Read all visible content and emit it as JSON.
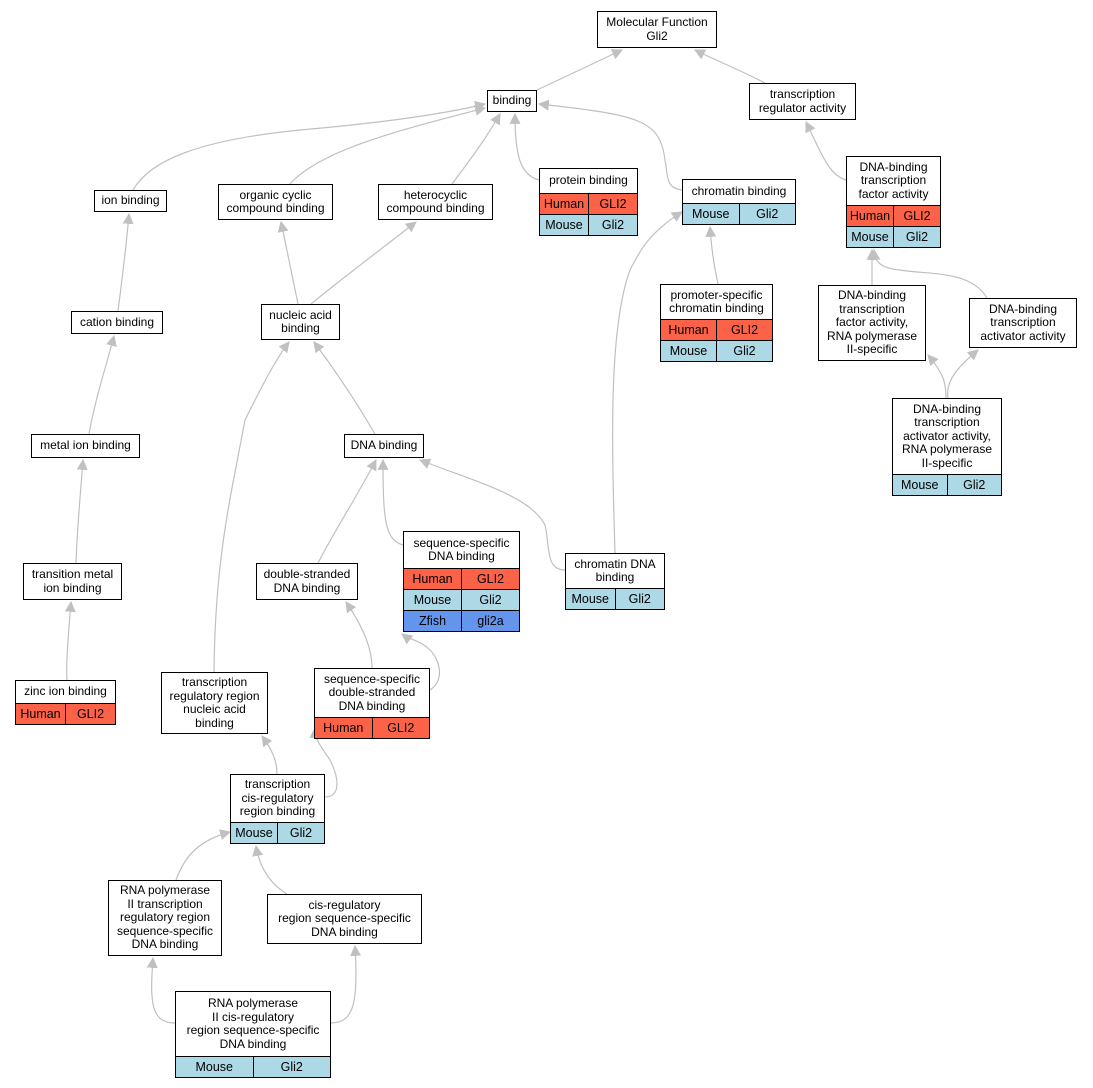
{
  "colors": {
    "Human": "#fb6247",
    "Mouse": "#add8e6",
    "Zfish": "#6495ec",
    "edge": "#c0c0c0"
  },
  "nodes": [
    {
      "id": "mf",
      "label": "Molecular Function\nGli2",
      "rows": []
    },
    {
      "id": "binding",
      "label": "binding",
      "rows": []
    },
    {
      "id": "tra",
      "label": "transcription\nregulator activity",
      "rows": []
    },
    {
      "id": "ion",
      "label": "ion binding",
      "rows": []
    },
    {
      "id": "occ",
      "label": "organic cyclic\ncompound binding",
      "rows": []
    },
    {
      "id": "het",
      "label": "heterocyclic\ncompound binding",
      "rows": []
    },
    {
      "id": "prot",
      "label": "protein binding",
      "rows": [
        {
          "org": "Human",
          "gene": "GLI2"
        },
        {
          "org": "Mouse",
          "gene": "Gli2"
        }
      ]
    },
    {
      "id": "chrom",
      "label": "chromatin binding",
      "rows": [
        {
          "org": "Mouse",
          "gene": "Gli2"
        }
      ]
    },
    {
      "id": "dbtfa",
      "label": "DNA-binding\ntranscription\nfactor activity",
      "rows": [
        {
          "org": "Human",
          "gene": "GLI2"
        },
        {
          "org": "Mouse",
          "gene": "Gli2"
        }
      ]
    },
    {
      "id": "cation",
      "label": "cation binding",
      "rows": []
    },
    {
      "id": "nab",
      "label": "nucleic acid\nbinding",
      "rows": []
    },
    {
      "id": "promchrom",
      "label": "promoter-specific\nchromatin binding",
      "rows": [
        {
          "org": "Human",
          "gene": "GLI2"
        },
        {
          "org": "Mouse",
          "gene": "Gli2"
        }
      ]
    },
    {
      "id": "dbtfa2",
      "label": "DNA-binding\ntranscription\nfactor activity,\nRNA polymerase\nII-specific",
      "rows": []
    },
    {
      "id": "dbtaa",
      "label": "DNA-binding\ntranscription\nactivator activity",
      "rows": []
    },
    {
      "id": "metal",
      "label": "metal ion binding",
      "rows": []
    },
    {
      "id": "dna",
      "label": "DNA binding",
      "rows": []
    },
    {
      "id": "dbtaa2",
      "label": "DNA-binding\ntranscription\nactivator activity,\nRNA polymerase\nII-specific",
      "rows": [
        {
          "org": "Mouse",
          "gene": "Gli2"
        }
      ]
    },
    {
      "id": "ssdna",
      "label": "sequence-specific\nDNA binding",
      "rows": [
        {
          "org": "Human",
          "gene": "GLI2"
        },
        {
          "org": "Mouse",
          "gene": "Gli2"
        },
        {
          "org": "Zfish",
          "gene": "gli2a"
        }
      ]
    },
    {
      "id": "tmetal",
      "label": "transition metal\nion binding",
      "rows": []
    },
    {
      "id": "dsdna",
      "label": "double-stranded\nDNA binding",
      "rows": []
    },
    {
      "id": "chromdna",
      "label": "chromatin DNA\nbinding",
      "rows": [
        {
          "org": "Mouse",
          "gene": "Gli2"
        }
      ]
    },
    {
      "id": "zinc",
      "label": "zinc ion binding",
      "rows": [
        {
          "org": "Human",
          "gene": "GLI2"
        }
      ]
    },
    {
      "id": "trrnab",
      "label": "transcription\nregulatory region\nnucleic acid\nbinding",
      "rows": []
    },
    {
      "id": "ssdsdna",
      "label": "sequence-specific\ndouble-stranded\nDNA binding",
      "rows": [
        {
          "org": "Human",
          "gene": "GLI2"
        }
      ]
    },
    {
      "id": "tcrrb",
      "label": "transcription\ncis-regulatory\nregion binding",
      "rows": [
        {
          "org": "Mouse",
          "gene": "Gli2"
        }
      ]
    },
    {
      "id": "rnap2tr",
      "label": "RNA polymerase\nII transcription\nregulatory region\nsequence-specific\nDNA binding",
      "rows": []
    },
    {
      "id": "crrss",
      "label": "cis-regulatory\nregion sequence-specific\nDNA binding",
      "rows": []
    },
    {
      "id": "rnap2cr",
      "label": "RNA polymerase\nII cis-regulatory\nregion sequence-specific\nDNA binding",
      "rows": [
        {
          "org": "Mouse",
          "gene": "Gli2"
        }
      ]
    }
  ],
  "edges": [
    {
      "from": "binding",
      "to": "mf"
    },
    {
      "from": "tra",
      "to": "mf"
    },
    {
      "from": "ion",
      "to": "binding"
    },
    {
      "from": "occ",
      "to": "binding"
    },
    {
      "from": "het",
      "to": "binding"
    },
    {
      "from": "prot",
      "to": "binding"
    },
    {
      "from": "chrom",
      "to": "binding"
    },
    {
      "from": "dbtfa",
      "to": "tra"
    },
    {
      "from": "cation",
      "to": "ion"
    },
    {
      "from": "nab",
      "to": "occ"
    },
    {
      "from": "nab",
      "to": "het"
    },
    {
      "from": "promchrom",
      "to": "chrom"
    },
    {
      "from": "chromdna",
      "to": "chrom"
    },
    {
      "from": "dbtfa2",
      "to": "dbtfa"
    },
    {
      "from": "dbtaa",
      "to": "dbtfa"
    },
    {
      "from": "metal",
      "to": "cation"
    },
    {
      "from": "dna",
      "to": "nab"
    },
    {
      "from": "trrnab",
      "to": "nab"
    },
    {
      "from": "dbtaa2",
      "to": "dbtfa2"
    },
    {
      "from": "dbtaa2",
      "to": "dbtaa"
    },
    {
      "from": "tmetal",
      "to": "metal"
    },
    {
      "from": "dsdna",
      "to": "dna"
    },
    {
      "from": "ssdna",
      "to": "dna"
    },
    {
      "from": "chromdna",
      "to": "dna"
    },
    {
      "from": "zinc",
      "to": "tmetal"
    },
    {
      "from": "ssdsdna",
      "to": "dsdna"
    },
    {
      "from": "ssdsdna",
      "to": "ssdna"
    },
    {
      "from": "tcrrb",
      "to": "trrnab"
    },
    {
      "from": "tcrrb",
      "to": "ssdsdna"
    },
    {
      "from": "rnap2tr",
      "to": "tcrrb"
    },
    {
      "from": "crrss",
      "to": "tcrrb"
    },
    {
      "from": "rnap2cr",
      "to": "rnap2tr"
    },
    {
      "from": "rnap2cr",
      "to": "crrss"
    }
  ]
}
